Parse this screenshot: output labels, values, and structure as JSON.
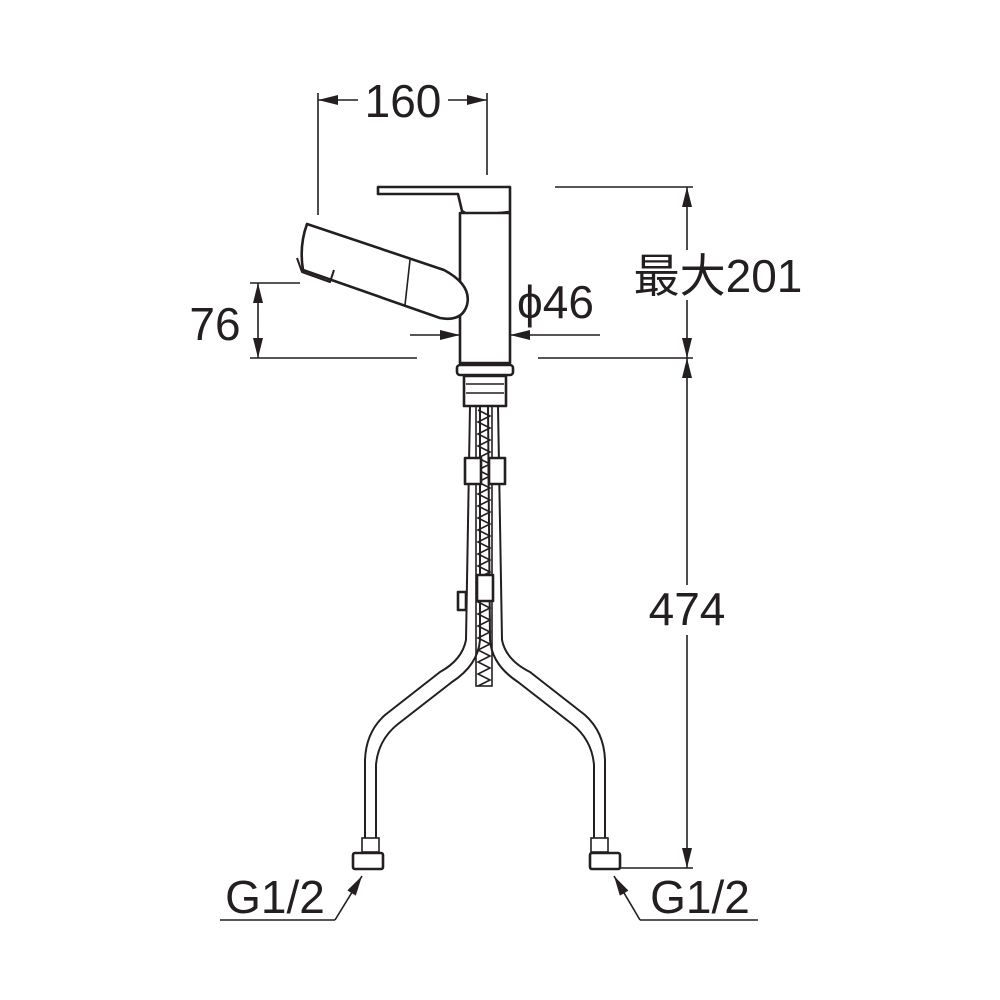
{
  "dimensions": {
    "spout_reach": "160",
    "spout_height": "76",
    "body_diameter": "ϕ46",
    "max_height": "最大201",
    "hose_length": "474",
    "left_connection": "G1/2",
    "right_connection": "G1/2"
  },
  "colors": {
    "line": "#231f20",
    "background": "#ffffff"
  }
}
